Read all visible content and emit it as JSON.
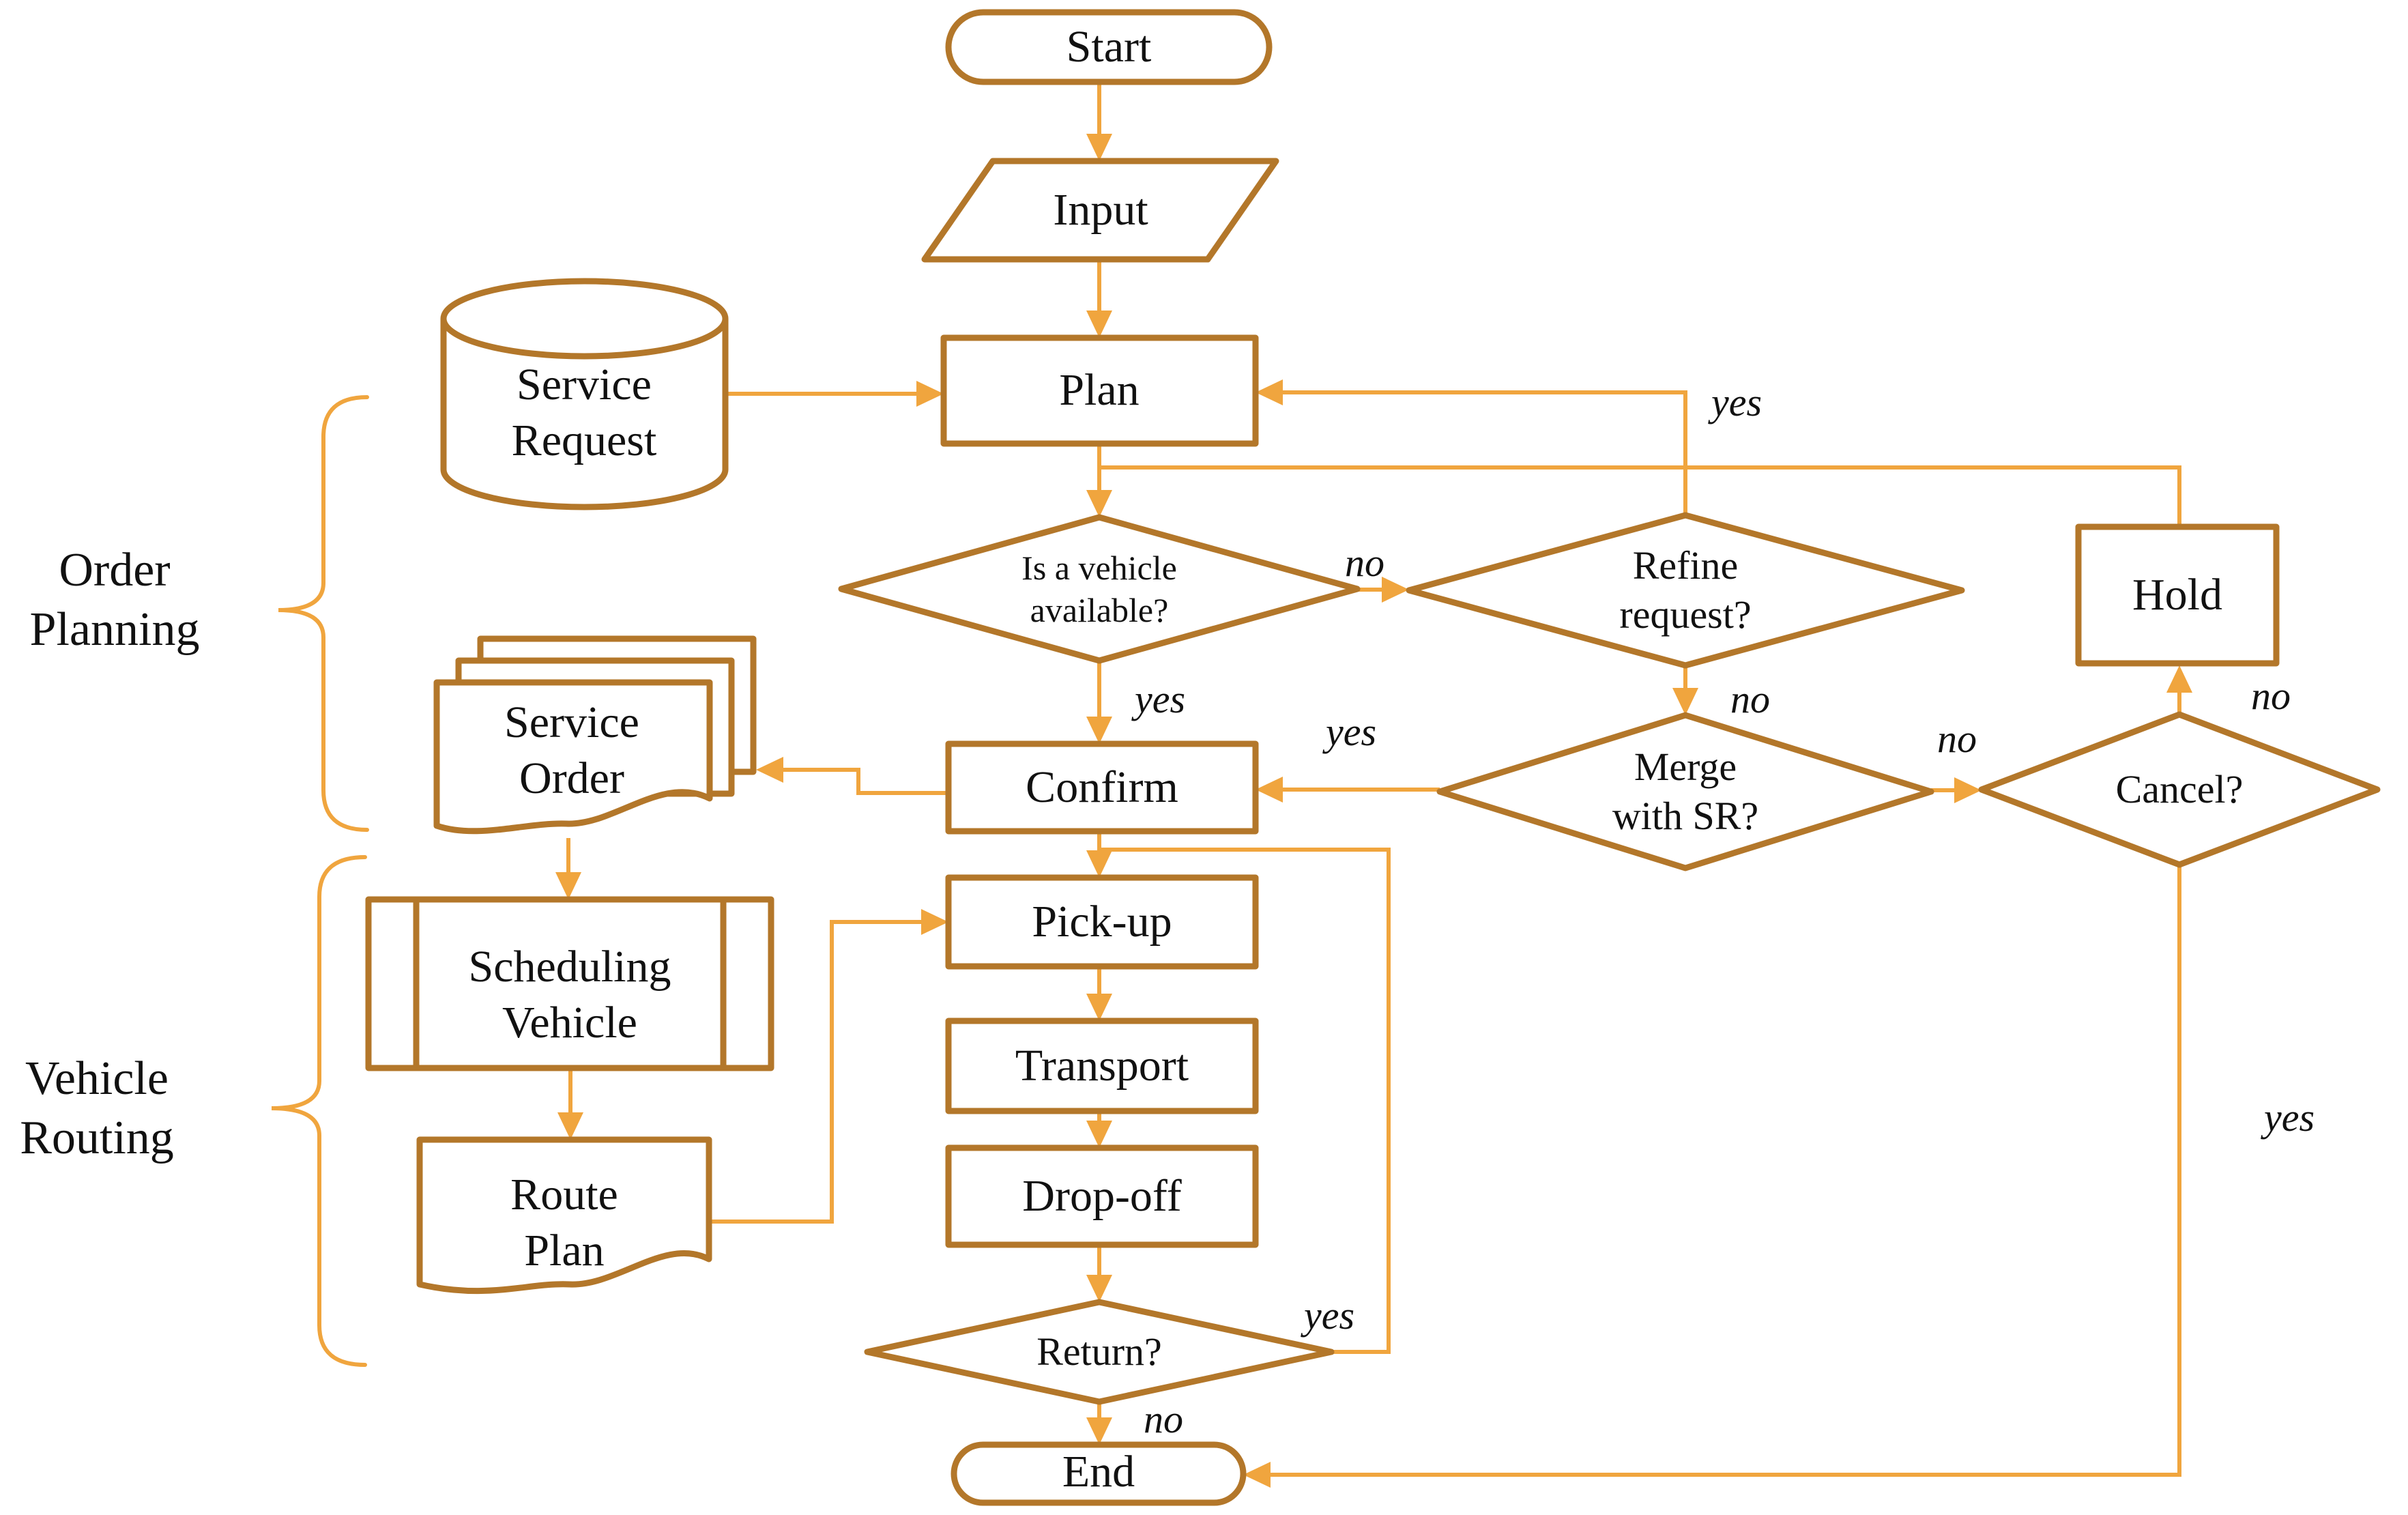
{
  "colors": {
    "shape_border": "#b3772a",
    "connector": "#f0a53e",
    "text": "#111111",
    "background": "#ffffff"
  },
  "nodes": {
    "start": {
      "label": "Start",
      "type": "terminator"
    },
    "input": {
      "label": "Input",
      "type": "data-parallelogram"
    },
    "plan": {
      "label": "Plan",
      "type": "process"
    },
    "service_request": {
      "label": "Service\nRequest",
      "type": "database-cylinder"
    },
    "vehicle_check": {
      "label": "Is a vehicle\navailable?",
      "type": "decision"
    },
    "refine": {
      "label": "Refine\nrequest?",
      "type": "decision"
    },
    "hold": {
      "label": "Hold",
      "type": "process"
    },
    "confirm": {
      "label": "Confirm",
      "type": "process"
    },
    "merge": {
      "label": "Merge\nwith SR?",
      "type": "decision"
    },
    "cancel": {
      "label": "Cancel?",
      "type": "decision"
    },
    "service_order": {
      "label": "Service\nOrder",
      "type": "multi-document"
    },
    "scheduling": {
      "label": "Scheduling\nVehicle",
      "type": "predefined-process"
    },
    "route_plan": {
      "label": "Route\nPlan",
      "type": "document"
    },
    "pickup": {
      "label": "Pick-up",
      "type": "process"
    },
    "transport": {
      "label": "Transport",
      "type": "process"
    },
    "dropoff": {
      "label": "Drop-off",
      "type": "process"
    },
    "return_check": {
      "label": "Return?",
      "type": "decision"
    },
    "end": {
      "label": "End",
      "type": "terminator"
    }
  },
  "edge_labels": {
    "vehicle_available_no": "no",
    "vehicle_available_yes": "yes",
    "refine_request_yes": "yes",
    "refine_request_no": "no",
    "merge_yes": "yes",
    "merge_no": "no",
    "cancel_no": "no",
    "cancel_yes": "yes",
    "return_yes": "yes",
    "return_no": "no"
  },
  "sections": {
    "order_planning": "Order\nPlanning",
    "vehicle_routing": "Vehicle\nRouting"
  }
}
